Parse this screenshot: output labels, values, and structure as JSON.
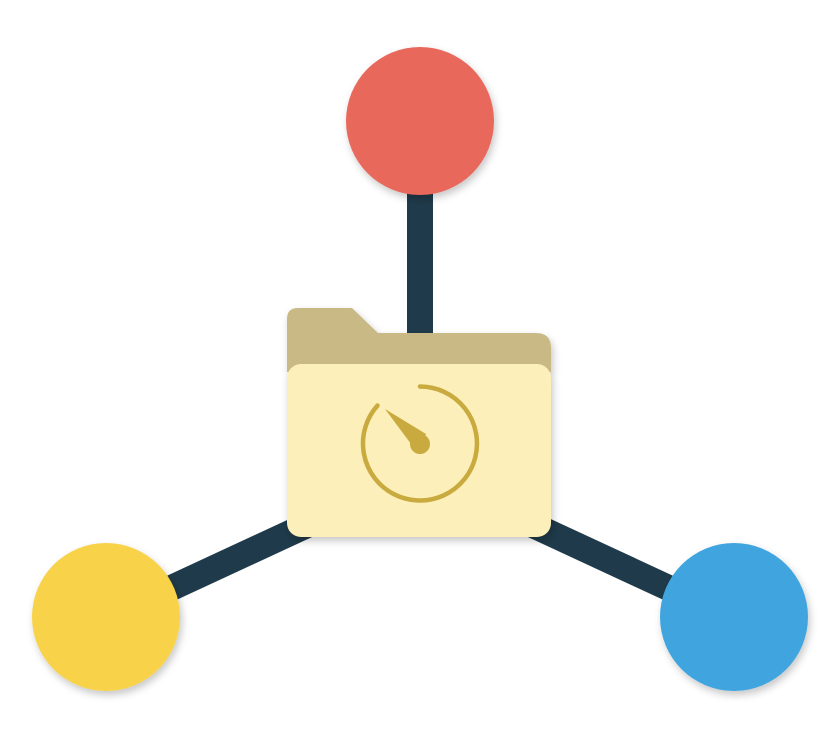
{
  "colors": {
    "background": "#ffffff",
    "connector": "#1f3a4a",
    "node_top": "#e8675c",
    "node_left": "#f8d24a",
    "node_right": "#41a5df",
    "folder_tab": "#c9ba85",
    "folder_body": "#fcefb9",
    "timer_icon": "#c9aa3e"
  },
  "nodes": [
    {
      "id": "top",
      "color_key": "node_top"
    },
    {
      "id": "left",
      "color_key": "node_left"
    },
    {
      "id": "right",
      "color_key": "node_right"
    }
  ],
  "center_icon": "folder-with-timer-icon",
  "text": []
}
